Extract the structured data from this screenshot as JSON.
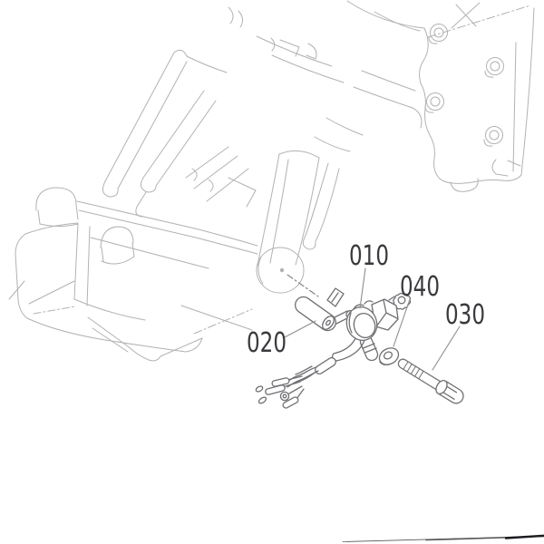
{
  "page": {
    "title": "parts-diagram",
    "background_color": "#ffffff"
  },
  "diagram": {
    "type": "exploded-parts-diagram",
    "callouts": [
      {
        "id": "010",
        "label": "010",
        "part": "sensor-solenoid-with-wire-harness"
      },
      {
        "id": "020",
        "label": "020",
        "part": "cylinder-pin"
      },
      {
        "id": "030",
        "label": "030",
        "part": "hex-flange-bolt"
      },
      {
        "id": "040",
        "label": "040",
        "part": "washer"
      }
    ],
    "colors": {
      "background_lines": "#b2b2b6",
      "part_lines": "#707074",
      "leader_lines": "#8f8f93",
      "label_text": "#3a3a3e",
      "page_edge_dark": "#1c1c20",
      "page_edge_mid": "#55555a"
    }
  }
}
